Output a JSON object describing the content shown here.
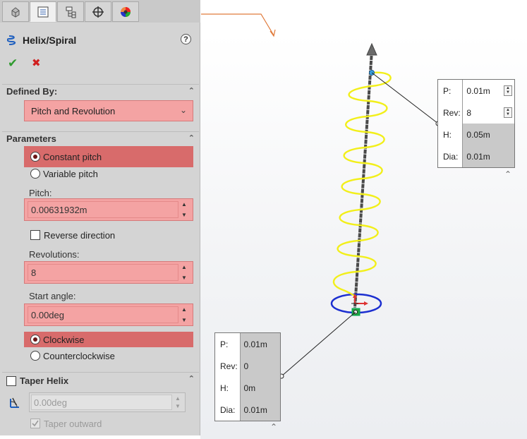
{
  "panel": {
    "title": "Helix/Spiral",
    "help_label": "?",
    "ok_label": "✔",
    "cancel_label": "✖",
    "tabs": [
      {
        "icon": "feature-tree-icon"
      },
      {
        "icon": "property-manager-icon"
      },
      {
        "icon": "configuration-manager-icon"
      },
      {
        "icon": "dimxpert-icon"
      },
      {
        "icon": "display-manager-icon"
      }
    ],
    "defined_by": {
      "header": "Defined By:",
      "selected": "Pitch and Revolution"
    },
    "parameters": {
      "header": "Parameters",
      "constant_pitch": "Constant pitch",
      "variable_pitch": "Variable pitch",
      "pitch_label": "Pitch:",
      "pitch_value": "0.00631932m",
      "reverse_direction": "Reverse direction",
      "revolutions_label": "Revolutions:",
      "revolutions_value": "8",
      "start_angle_label": "Start angle:",
      "start_angle_value": "0.00deg",
      "clockwise": "Clockwise",
      "counterclockwise": "Counterclockwise"
    },
    "taper": {
      "header": "Taper Helix",
      "angle_value": "0.00deg",
      "outward_label": "Taper outward",
      "outward_checked": true
    }
  },
  "callout_top": {
    "rows": [
      {
        "key": "P:",
        "value": "0.01m"
      },
      {
        "key": "Rev:",
        "value": "8"
      },
      {
        "key": "H:",
        "value": "0.05m"
      },
      {
        "key": "Dia:",
        "value": "0.01m"
      }
    ]
  },
  "callout_bottom": {
    "rows": [
      {
        "key": "P:",
        "value": "0.01m"
      },
      {
        "key": "Rev:",
        "value": "0"
      },
      {
        "key": "H:",
        "value": "0m"
      },
      {
        "key": "Dia:",
        "value": "0.01m"
      }
    ]
  },
  "colors": {
    "helix": "#f2ef1a",
    "base_circle": "#1c2fd0",
    "field_highlight": "#f4a3a3",
    "selected_option": "#d86b6b",
    "orange_arrow": "#e07a3a"
  }
}
